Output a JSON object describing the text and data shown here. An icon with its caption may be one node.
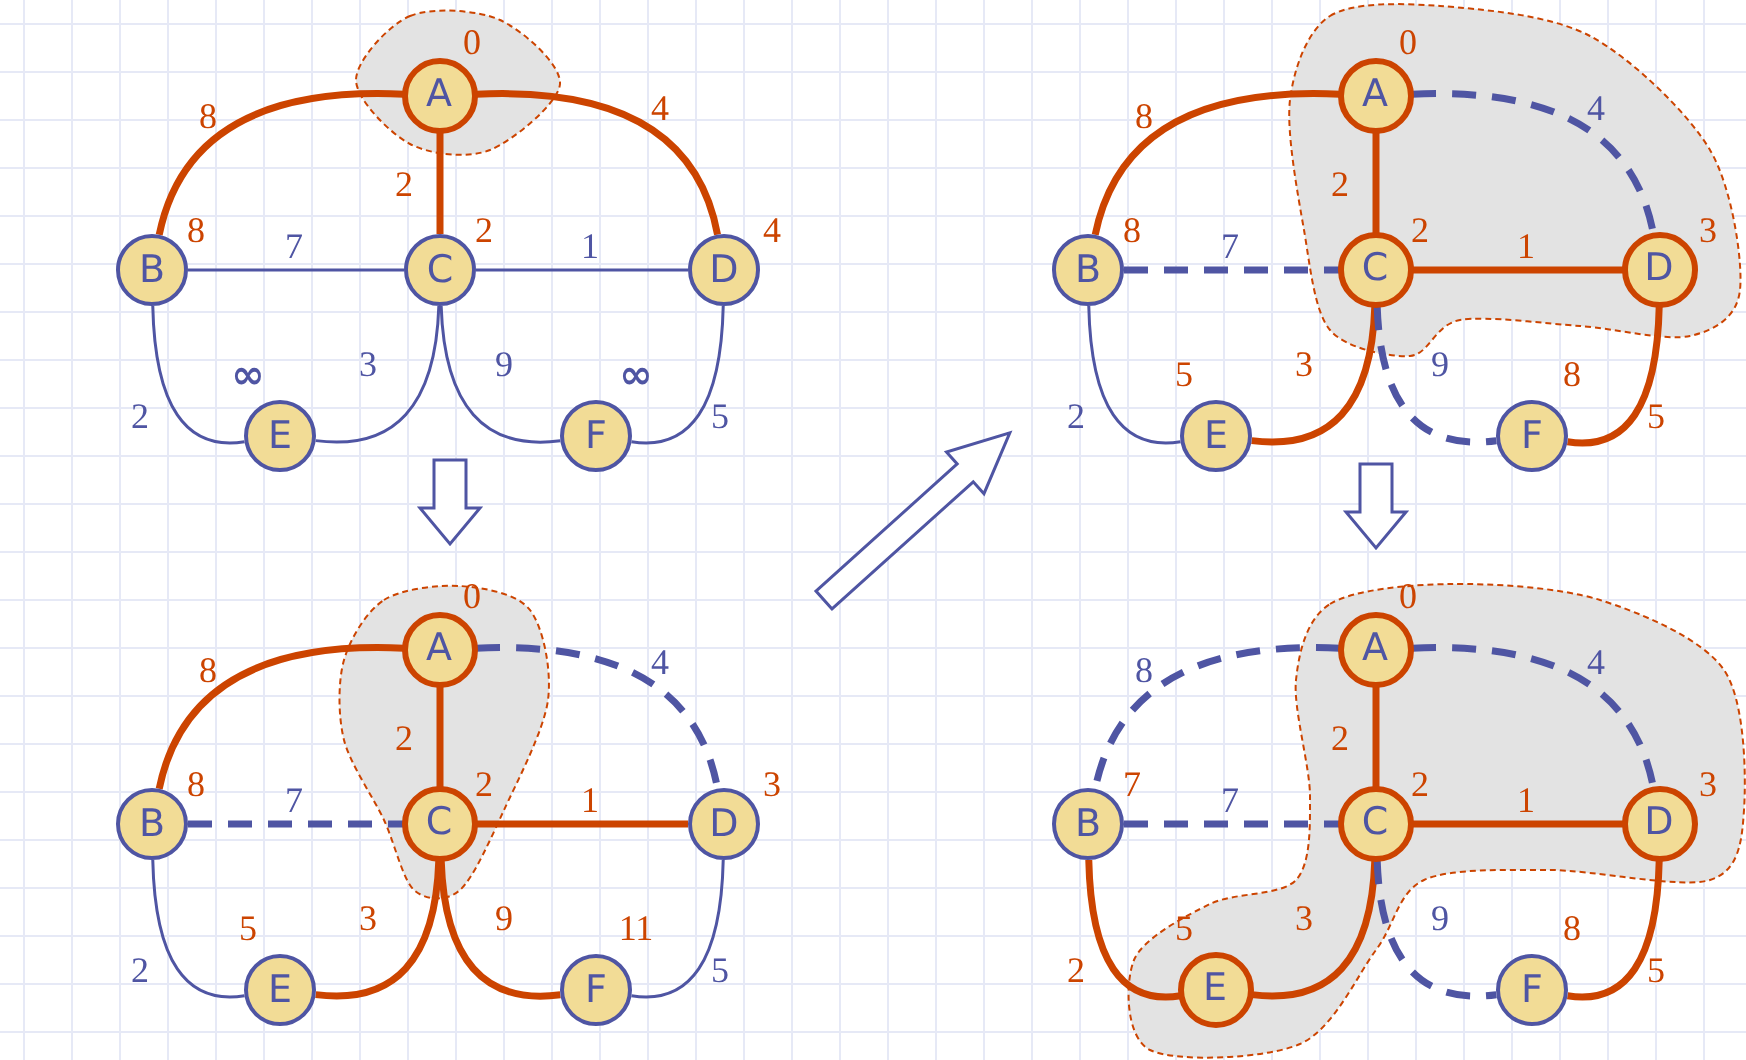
{
  "diagram": {
    "nodes": [
      {
        "text": [
          "A"
        ],
        "beside": [
          "0"
        ]
      },
      {
        "text": [
          "B"
        ],
        "beside": [
          "8"
        ]
      },
      {
        "text": [
          "C"
        ],
        "beside": [
          "2"
        ]
      },
      {
        "text": [
          "D"
        ],
        "beside": [
          "4"
        ]
      },
      {
        "text": [
          "E"
        ],
        "beside": [
          "∞"
        ]
      },
      {
        "text": [
          "F"
        ],
        "beside": [
          "∞"
        ]
      },
      {
        "text": [
          "A"
        ],
        "beside": [
          "0"
        ]
      },
      {
        "text": [
          "B"
        ],
        "beside": [
          "8"
        ]
      },
      {
        "text": [
          "C"
        ],
        "beside": [
          "2"
        ]
      },
      {
        "text": [
          "D"
        ],
        "beside": [
          "3"
        ]
      },
      {
        "text": [
          "E"
        ],
        "beside": [
          "5"
        ]
      },
      {
        "text": [
          "F"
        ],
        "beside": [
          "8"
        ]
      },
      {
        "text": [
          "A"
        ],
        "beside": [
          "0"
        ]
      },
      {
        "text": [
          "B"
        ],
        "beside": [
          "8"
        ]
      },
      {
        "text": [
          "C"
        ],
        "beside": [
          "2"
        ]
      },
      {
        "text": [
          "D"
        ],
        "beside": [
          "3"
        ]
      },
      {
        "text": [
          "E"
        ],
        "beside": [
          "5"
        ]
      },
      {
        "text": [
          "F"
        ],
        "beside": [
          "11"
        ]
      },
      {
        "text": [
          "A"
        ],
        "beside": [
          "0"
        ]
      },
      {
        "text": [
          "B"
        ],
        "beside": [
          "7"
        ]
      },
      {
        "text": [
          "C"
        ],
        "beside": [
          "2"
        ]
      },
      {
        "text": [
          "D"
        ],
        "beside": [
          "3"
        ]
      },
      {
        "text": [
          "E"
        ],
        "beside": [
          "5"
        ]
      },
      {
        "text": [
          "F"
        ],
        "beside": [
          "8"
        ]
      }
    ],
    "edges": [
      {
        "from": 0,
        "to": 1,
        "arrow": "none",
        "label": "8"
      },
      {
        "from": 0,
        "to": 2,
        "arrow": "none",
        "label": "2"
      },
      {
        "from": 0,
        "to": 3,
        "arrow": "none",
        "label": "4"
      },
      {
        "from": 1,
        "to": 2,
        "arrow": "none",
        "label": "7",
        "color": "#4f55a3"
      },
      {
        "from": 2,
        "to": 3,
        "arrow": "none",
        "label": "1",
        "color": "#4f55a3"
      },
      {
        "from": 1,
        "to": 4,
        "arrow": "none",
        "label": "2",
        "color": "#4f55a3"
      },
      {
        "from": 2,
        "to": 4,
        "arrow": "none",
        "label": "3",
        "color": "#4f55a3"
      },
      {
        "from": 2,
        "to": 5,
        "arrow": "none",
        "label": "9",
        "color": "#4f55a3"
      },
      {
        "from": 3,
        "to": 5,
        "arrow": "none",
        "label": "5",
        "color": "#4f55a3"
      },
      {
        "from": 6,
        "to": 7,
        "arrow": "none",
        "label": "8"
      },
      {
        "from": 6,
        "to": 8,
        "arrow": "none",
        "label": "2"
      },
      {
        "from": 6,
        "to": 9,
        "arrow": "none",
        "label": "4",
        "style": "dashed",
        "color": "#4f55a3"
      },
      {
        "from": 7,
        "to": 8,
        "arrow": "none",
        "label": "7",
        "style": "dashed",
        "color": "#4f55a3"
      },
      {
        "from": 8,
        "to": 9,
        "arrow": "none",
        "label": "1"
      },
      {
        "from": 7,
        "to": 10,
        "arrow": "none",
        "label": "2",
        "color": "#4f55a3"
      },
      {
        "from": 8,
        "to": 10,
        "arrow": "none",
        "label": "3"
      },
      {
        "from": 8,
        "to": 11,
        "arrow": "none",
        "label": "9",
        "style": "dashed",
        "color": "#4f55a3"
      },
      {
        "from": 9,
        "to": 11,
        "arrow": "none",
        "label": "5"
      },
      {
        "from": 12,
        "to": 13,
        "arrow": "none",
        "label": "8"
      },
      {
        "from": 12,
        "to": 14,
        "arrow": "none",
        "label": "2"
      },
      {
        "from": 12,
        "to": 15,
        "arrow": "none",
        "label": "4",
        "style": "dashed",
        "color": "#4f55a3"
      },
      {
        "from": 13,
        "to": 14,
        "arrow": "none",
        "label": "7",
        "style": "dashed",
        "color": "#4f55a3"
      },
      {
        "from": 14,
        "to": 15,
        "arrow": "none",
        "label": "1"
      },
      {
        "from": 13,
        "to": 16,
        "arrow": "none",
        "label": "2",
        "color": "#4f55a3"
      },
      {
        "from": 14,
        "to": 16,
        "arrow": "none",
        "label": "3"
      },
      {
        "from": 14,
        "to": 17,
        "arrow": "none",
        "label": "9"
      },
      {
        "from": 15,
        "to": 17,
        "arrow": "none",
        "label": "5",
        "color": "#4f55a3"
      },
      {
        "from": 18,
        "to": 19,
        "arrow": "none",
        "label": "8",
        "style": "dashed",
        "color": "#4f55a3"
      },
      {
        "from": 18,
        "to": 20,
        "arrow": "none",
        "label": "2"
      },
      {
        "from": 18,
        "to": 21,
        "arrow": "none",
        "label": "4",
        "style": "dashed",
        "color": "#4f55a3"
      },
      {
        "from": 19,
        "to": 20,
        "arrow": "none",
        "label": "7",
        "style": "dashed",
        "color": "#4f55a3"
      },
      {
        "from": 20,
        "to": 21,
        "arrow": "none",
        "label": "1"
      },
      {
        "from": 19,
        "to": 22,
        "arrow": "none",
        "label": "2"
      },
      {
        "from": 20,
        "to": 22,
        "arrow": "none",
        "label": "3"
      },
      {
        "from": 20,
        "to": 23,
        "arrow": "none",
        "label": "9",
        "style": "dashed",
        "color": "#4f55a3"
      },
      {
        "from": 21,
        "to": 23,
        "arrow": "none",
        "label": "5"
      }
    ]
  }
}
